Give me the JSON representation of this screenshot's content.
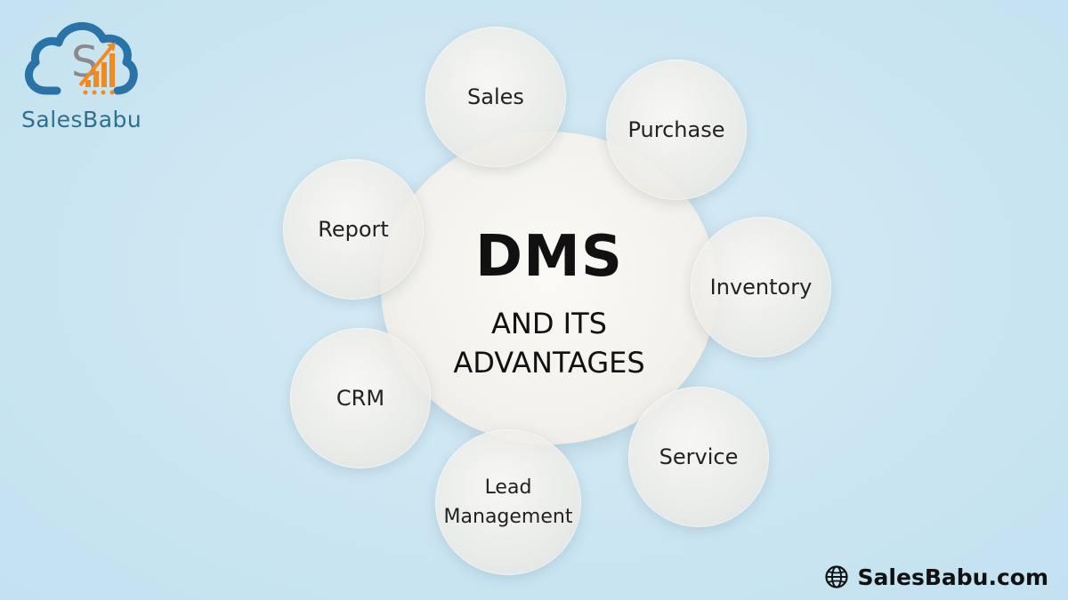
{
  "brand": {
    "logo_text": "SalesBabu",
    "logo_icon": "cloud-chart-icon",
    "colors": {
      "cloud": "#2a73a8",
      "accent": "#f28a1e",
      "letter": "#8a8a8a"
    }
  },
  "center": {
    "title": "DMS",
    "subtitle_line1": "AND ITS",
    "subtitle_line2": "ADVANTAGES"
  },
  "bubbles": [
    {
      "label": "Sales"
    },
    {
      "label": "Purchase"
    },
    {
      "label": "Report"
    },
    {
      "label": "Inventory"
    },
    {
      "label": "CRM"
    },
    {
      "label": "Service"
    },
    {
      "label_line1": "Lead",
      "label_line2": "Management"
    }
  ],
  "footer": {
    "url": "SalesBabu.com",
    "icon": "globe-icon"
  }
}
